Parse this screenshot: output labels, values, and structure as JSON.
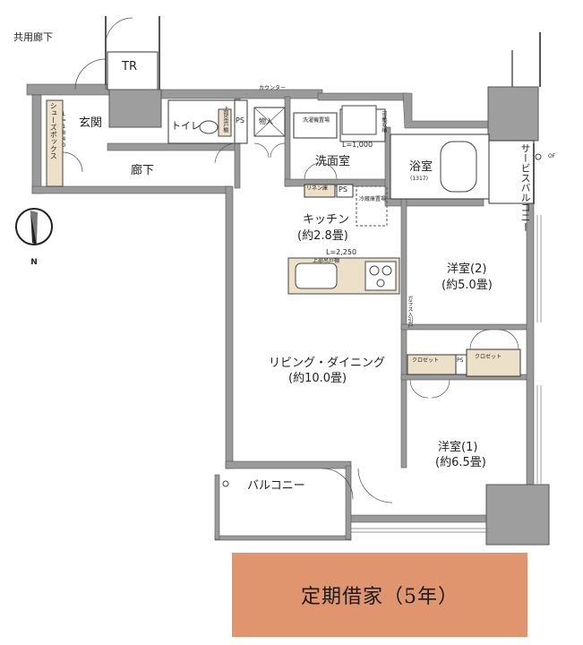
{
  "labels": {
    "corridor_shared": "共用廊下",
    "tr": "TR",
    "entrance": "玄関",
    "shoebox": "シューズボックス",
    "shoebox_len": "L=1840",
    "toilet": "トイレ",
    "upper_shelf_toilet": "上部吊戸棚",
    "ps_top": "PS",
    "storage": "物入",
    "counter": "カウンター",
    "washer": "洗濯機置場",
    "laundry_storage": "可動収納",
    "washroom_len": "L=1,000",
    "washroom": "洗面室",
    "bath": "浴室",
    "bath_size": "(1317)",
    "service_balcony": "サービスバルコニー",
    "of": "OF",
    "hallway": "廊下",
    "linen": "リネン庫",
    "ps_mid": "PS",
    "fridge": "冷蔵庫置場",
    "kitchen": "キッチン",
    "kitchen_size": "(約2.8畳)",
    "kitchen_len": "L=2,250",
    "upper_cabinet": "上部吊戸棚",
    "room2": "洋室(2)",
    "room2_size": "(約5.0畳)",
    "glass_door": "ガラス入引戸",
    "closet_a": "クロゼット",
    "ps_right": "PS",
    "closet_b": "クロゼット",
    "living": "リビング・ダイニング",
    "living_size": "(約10.0畳)",
    "room1": "洋室(1)",
    "room1_size": "(約6.5畳)",
    "balcony": "バルコニー",
    "north": "N"
  },
  "banner": {
    "text": "定期借家（5年）",
    "color": "#e0956e"
  },
  "colors": {
    "wall": "#9a9a9a",
    "shoebox": "#ece0c8",
    "counter": "#ece0c8",
    "pillar": "#9e9e9e"
  }
}
